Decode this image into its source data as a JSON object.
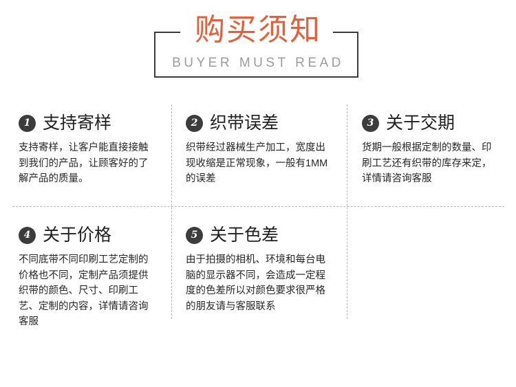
{
  "header": {
    "title": "购买须知",
    "subtitle": "BUYER MUST READ",
    "title_color": "#e2603a",
    "subtitle_color": "#9b9b9b",
    "frame_color": "#3a3a3a"
  },
  "theme": {
    "badge_background": "#3c3c3c",
    "badge_text_color": "#ffffff",
    "divider_color": "#b4b4b4",
    "body_text_color": "#262626",
    "title_text_color": "#1f1f1f",
    "page_background": "#ffffff"
  },
  "items": [
    {
      "number": "1",
      "title": "支持寄样",
      "body": "支持寄样，让客户能直接接触到我们的产品，让顾客好的了解产品的质量。"
    },
    {
      "number": "2",
      "title": "织带误差",
      "body": "织带经过器械生产加工，宽度出现收缩是正常现象，一般有1MM的误差"
    },
    {
      "number": "3",
      "title": "关于交期",
      "body": "货期一般根据定制的数量、印刷工艺还有织带的库存来定，详情请咨询客服"
    },
    {
      "number": "4",
      "title": "关于价格",
      "body": "不同底带不同印刷工艺定制的价格也不同，定制产品须提供织带的颜色、尺寸、印刷工艺、定制的内容，详情请咨询客服"
    },
    {
      "number": "5",
      "title": "关于色差",
      "body": "由于拍摄的相机、环境和每台电脑的显示器不同，会造成一定程度的色差所以对颜色要求很严格的朋友请与客服联系"
    }
  ]
}
